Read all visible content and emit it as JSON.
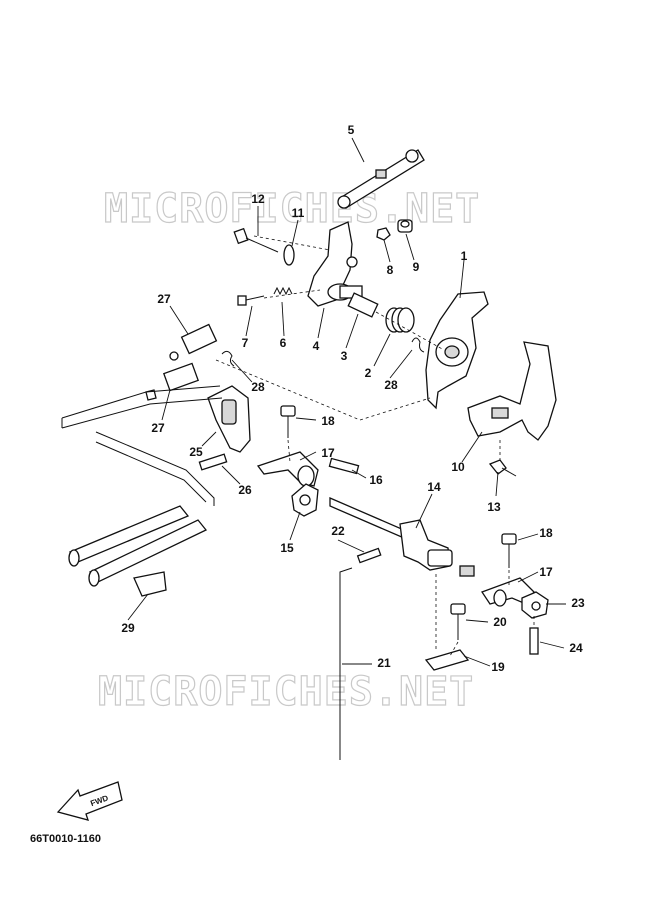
{
  "watermark": {
    "top": "MICROFICHES.NET",
    "bottom": "MICROFICHES.NET"
  },
  "callouts": [
    "5",
    "12",
    "11",
    "8",
    "9",
    "1",
    "27",
    "7",
    "6",
    "4",
    "3",
    "2",
    "28",
    "28",
    "27",
    "18",
    "17",
    "25",
    "16",
    "26",
    "10",
    "13",
    "14",
    "22",
    "18",
    "17",
    "15",
    "23",
    "20",
    "24",
    "21",
    "19",
    "29"
  ],
  "fwd_label": "FWD",
  "diagram_code": "66T0010-1160"
}
